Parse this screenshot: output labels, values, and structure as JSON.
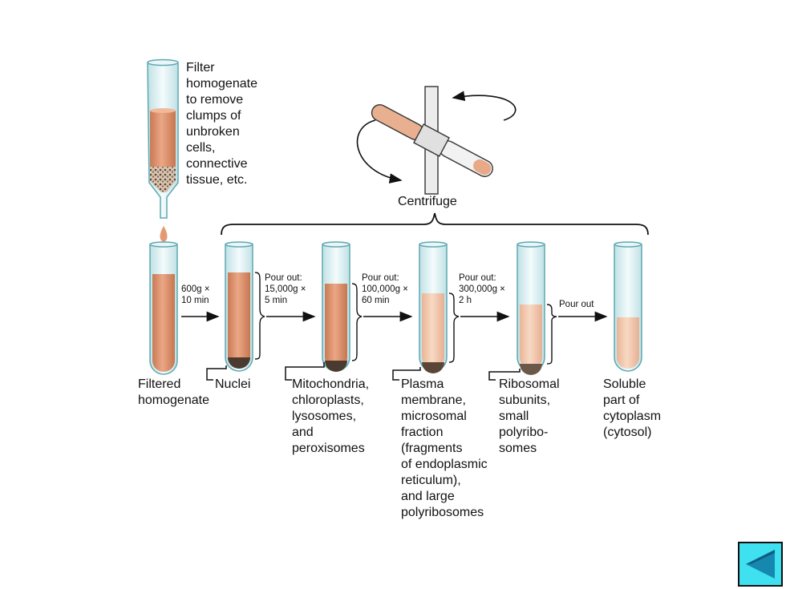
{
  "filter_text": "Filter\nhomogenate\nto remove\nclumps of\nunbroken\ncells,\nconnective\ntissue, etc.",
  "centrifuge_label": "Centrifuge",
  "steps": [
    {
      "condition": "600g ×\n10 min"
    },
    {
      "condition": "Pour out:\n15,000g ×\n5 min"
    },
    {
      "condition": "Pour out:\n100,000g ×\n60 min"
    },
    {
      "condition": "Pour out:\n300,000g ×\n2 h"
    },
    {
      "condition": "Pour out"
    }
  ],
  "tube_labels": [
    "Filtered\nhomogenate",
    "Nuclei",
    "Mitochondria,\nchloroplasts,\nlysosomes,\nand\nperoxisomes",
    "Plasma\nmembrane,\nmicrosomal\nfraction\n(fragments\nof endoplasmic\nreticulum),\nand large\npolyribosomes",
    "Ribosomal\nsubunits,\nsmall\npolyribo-\nsomes",
    "Soluble\npart of\ncytoplasm\n(cytosol)"
  ],
  "colors": {
    "liquid_dark": "#d9906a",
    "liquid_light": "#f3c9ad",
    "pellet": "#4a3a30",
    "glass": "#cfe8ea",
    "back_button": "#3fe0ef"
  },
  "back_button_icon": "triangle-left-icon"
}
